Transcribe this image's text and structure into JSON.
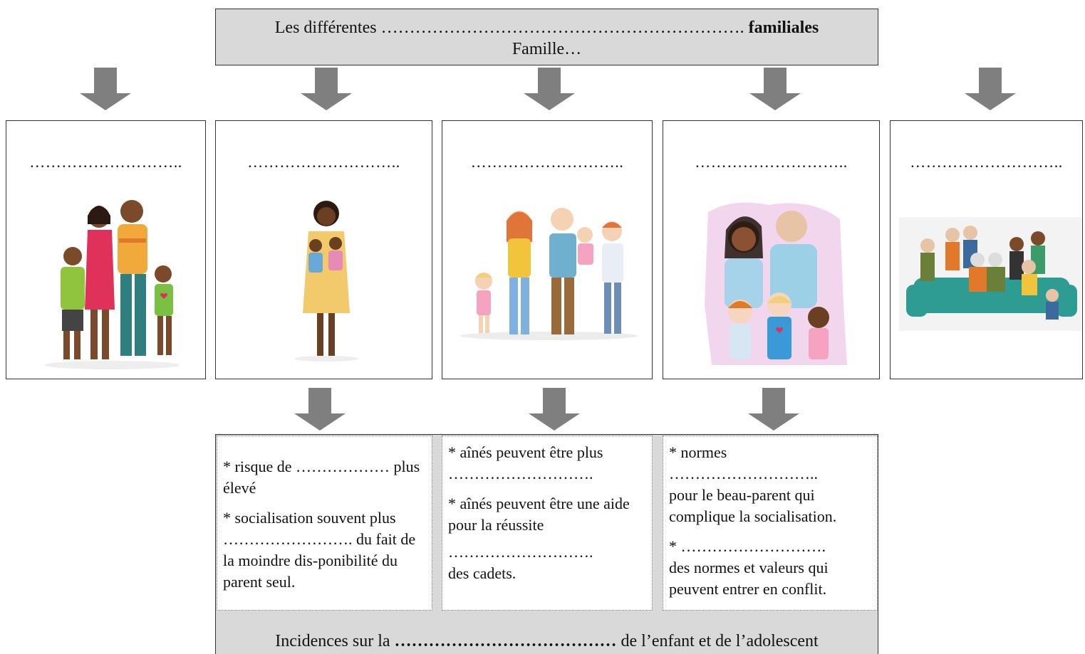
{
  "header": {
    "line1_prefix": "Les différentes ……………………………………………………….",
    "line1_bold": "familiales",
    "line2": "Famille…"
  },
  "cards": [
    {
      "label": "……………………….."
    },
    {
      "label": "……………………….."
    },
    {
      "label": "……………………….."
    },
    {
      "label": "……………………….."
    },
    {
      "label": "……………………….."
    }
  ],
  "effects": {
    "col1": {
      "p1": "* risque de ……………… plus élevé",
      "p2": "* socialisation souvent plus ……………………. du fait de la moindre dis-ponibilité du parent seul."
    },
    "col2": {
      "p1a": "* aînés peuvent être plus",
      "p1b": "……………………….",
      "p2a": "* aînés peuvent être une aide pour la réussite",
      "p2b": "……………………….",
      "p2c": "des cadets."
    },
    "col3": {
      "p1a": "* normes",
      "p1b": "………………………..",
      "p1c": "pour le beau-parent qui complique la socialisation.",
      "p2a": "* ……………………….",
      "p2b": "des normes et valeurs qui peuvent entrer en conflit."
    }
  },
  "footer": {
    "prefix": "Incidences sur la",
    "bold": "…………………………………",
    "suffix": "de l’enfant et de l’adolescent"
  },
  "colors": {
    "arrow": "#7f7f7f",
    "panel": "#d9d9d9",
    "border": "#333333"
  }
}
